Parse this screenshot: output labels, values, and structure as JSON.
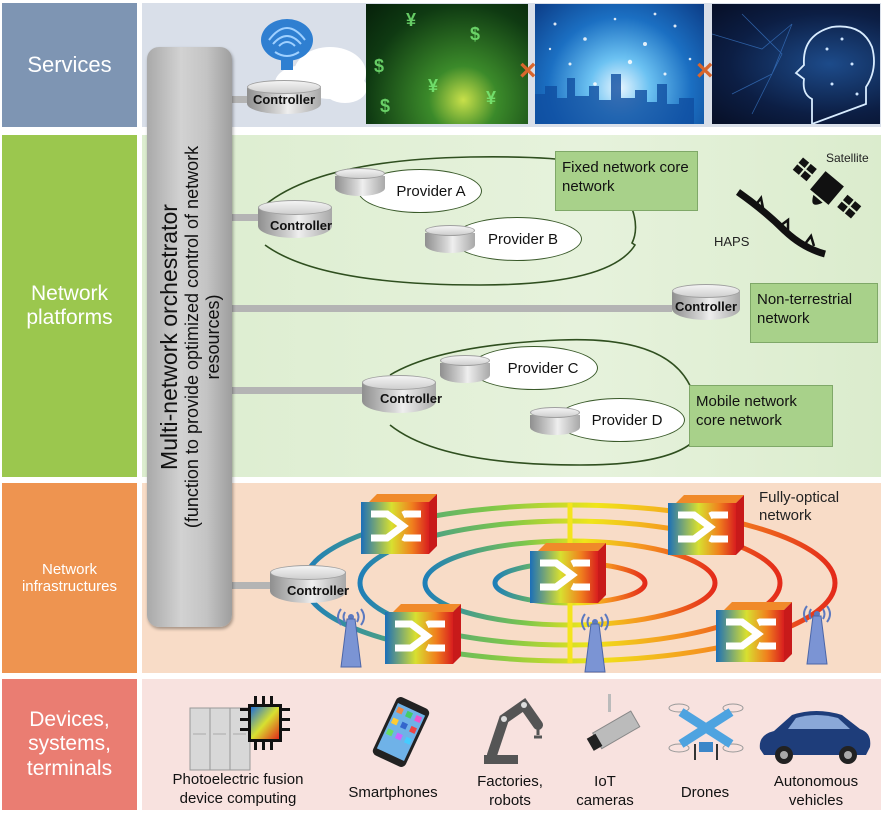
{
  "layers": {
    "services": "Services",
    "platforms": "Network platforms",
    "infrastructures": "Network infrastructures",
    "devices": "Devices, systems, terminals"
  },
  "orchestrator": {
    "title": "Multi-network orchestrator",
    "subtitle": "(function to provide optimized control of network resources)"
  },
  "controller_label": "Controller",
  "services": {
    "controller": "Controller",
    "images": [
      "brain-cloud",
      "finance-data",
      "smart-city",
      "ai-human"
    ],
    "finance_glyphs": [
      "¥",
      "$",
      "$",
      "¥",
      "$",
      "¥"
    ],
    "combine_symbol": "×"
  },
  "platforms": {
    "fixed": {
      "controller": "Controller",
      "providers": [
        "Provider A",
        "Provider B"
      ],
      "tag": "Fixed network core network"
    },
    "non_terrestrial": {
      "controller": "Controller",
      "tag": "Non-terrestrial network",
      "satellite_label": "Satellite",
      "haps_label": "HAPS"
    },
    "mobile": {
      "controller": "Controller",
      "providers": [
        "Provider C",
        "Provider D"
      ],
      "tag": "Mobile network core network"
    }
  },
  "infrastructures": {
    "controller": "Controller",
    "label": "Fully-optical network",
    "switch_count": 5,
    "antenna_count": 3
  },
  "devices": {
    "items": [
      {
        "label_line1": "Photoelectric fusion",
        "label_line2": "device computing",
        "icon": "server-chip"
      },
      {
        "label_line1": "Smartphones",
        "label_line2": "",
        "icon": "smartphone"
      },
      {
        "label_line1": "Factories,",
        "label_line2": "robots",
        "icon": "robot-arm"
      },
      {
        "label_line1": "IoT",
        "label_line2": "cameras",
        "icon": "camera"
      },
      {
        "label_line1": "Drones",
        "label_line2": "",
        "icon": "drone"
      },
      {
        "label_line1": "Autonomous",
        "label_line2": "vehicles",
        "icon": "car"
      }
    ]
  },
  "colors": {
    "services": "#7e95b3",
    "platforms": "#9bc74e",
    "infrastructures": "#ee9450",
    "devices": "#ea7d72",
    "tag_box": "#a8d18a",
    "cross": "#d9662d"
  }
}
